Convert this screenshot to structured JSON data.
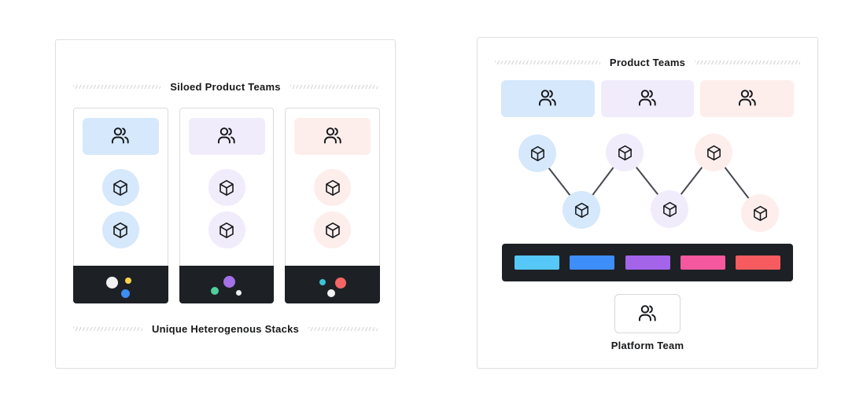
{
  "left_panel": {
    "title_top": "Siloed Product Teams",
    "title_bottom": "Unique Heterogenous Stacks",
    "teams": [
      {
        "id": "blue-team",
        "tint": "#d6e8fb",
        "stack_dots": [
          {
            "color": "#f2f2f2"
          },
          {
            "color": "#fad44e"
          },
          {
            "color": "#3e8df5"
          }
        ]
      },
      {
        "id": "purple-team",
        "tint": "#f1ecfb",
        "stack_dots": [
          {
            "color": "#4fcf9b"
          },
          {
            "color": "#a471e8"
          },
          {
            "color": "#f0f0f0"
          }
        ]
      },
      {
        "id": "pink-team",
        "tint": "#fdeeec",
        "stack_dots": [
          {
            "color": "#3cc3d5"
          },
          {
            "color": "#f2f2f2"
          },
          {
            "color": "#f56565"
          }
        ]
      }
    ],
    "stack_bar_color": "#1d2025"
  },
  "right_panel": {
    "title_top": "Product Teams",
    "platform_label": "Platform Team",
    "teams": [
      {
        "id": "blue-team",
        "tint": "#d6e8fb"
      },
      {
        "id": "purple-team",
        "tint": "#f1ecfb"
      },
      {
        "id": "pink-team",
        "tint": "#fdeeec"
      }
    ],
    "shared_stack": {
      "bar_color": "#1d2025",
      "segments": [
        {
          "color": "#56c8f8"
        },
        {
          "color": "#3d8ef8"
        },
        {
          "color": "#a364ea"
        },
        {
          "color": "#f5589e"
        },
        {
          "color": "#f85b5f"
        }
      ]
    },
    "connector_color": "#45484e"
  },
  "icons": {
    "users": "users-icon",
    "cube": "cube-icon"
  }
}
